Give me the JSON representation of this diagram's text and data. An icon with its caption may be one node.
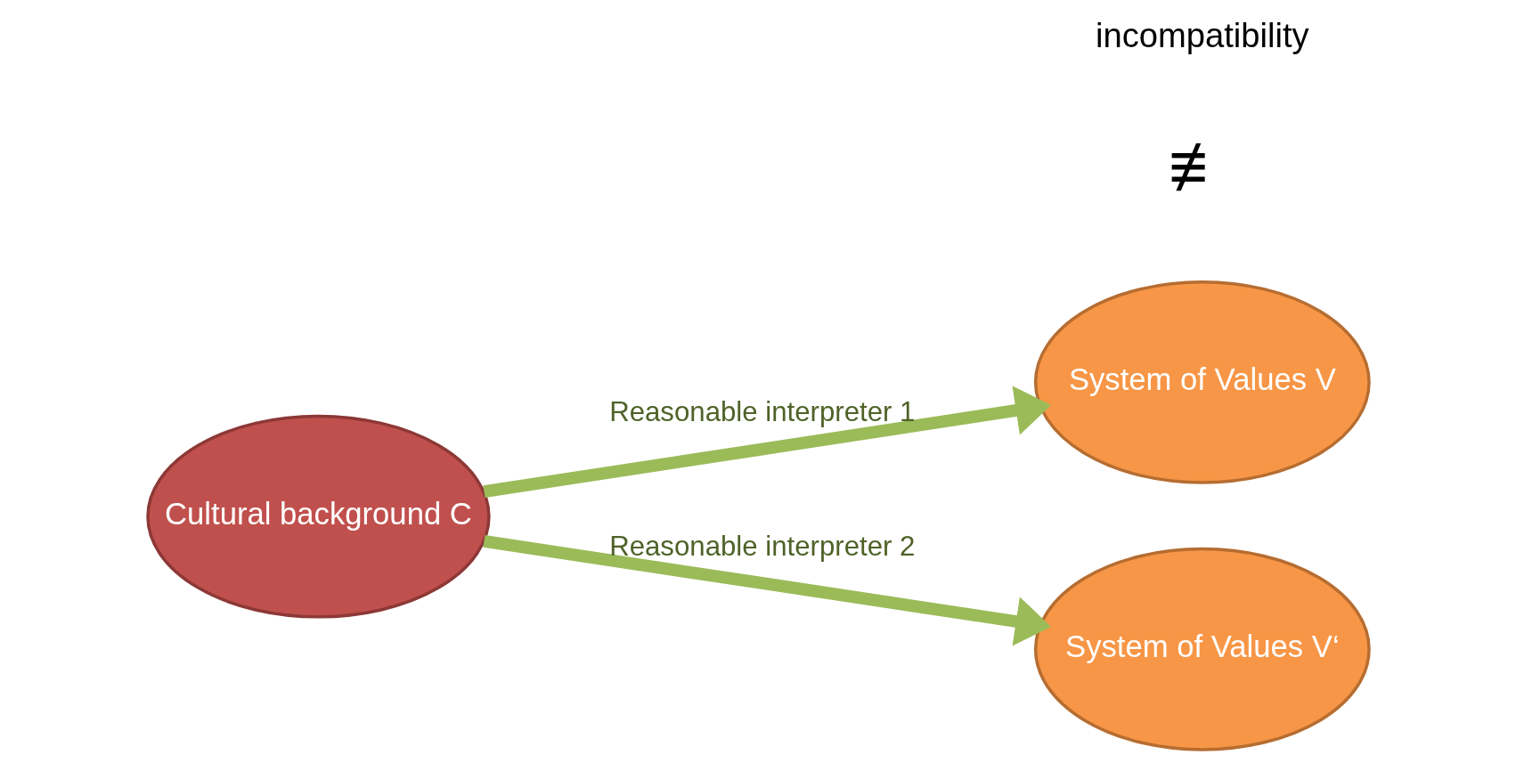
{
  "diagram": {
    "nodes": [
      {
        "text": [
          "Cultural background C"
        ]
      },
      {
        "text": [
          "System of Values V"
        ]
      },
      {
        "text": [
          "System of Values V‘"
        ]
      }
    ],
    "edges": [
      {
        "from": 0,
        "to": 1,
        "arrow": "to",
        "label": "Reasonable interpreter 1"
      },
      {
        "from": 0,
        "to": 2,
        "arrow": "to",
        "label": "Reasonable interpreter 2"
      }
    ],
    "labels": [
      "≢",
      "incompatibility"
    ]
  }
}
